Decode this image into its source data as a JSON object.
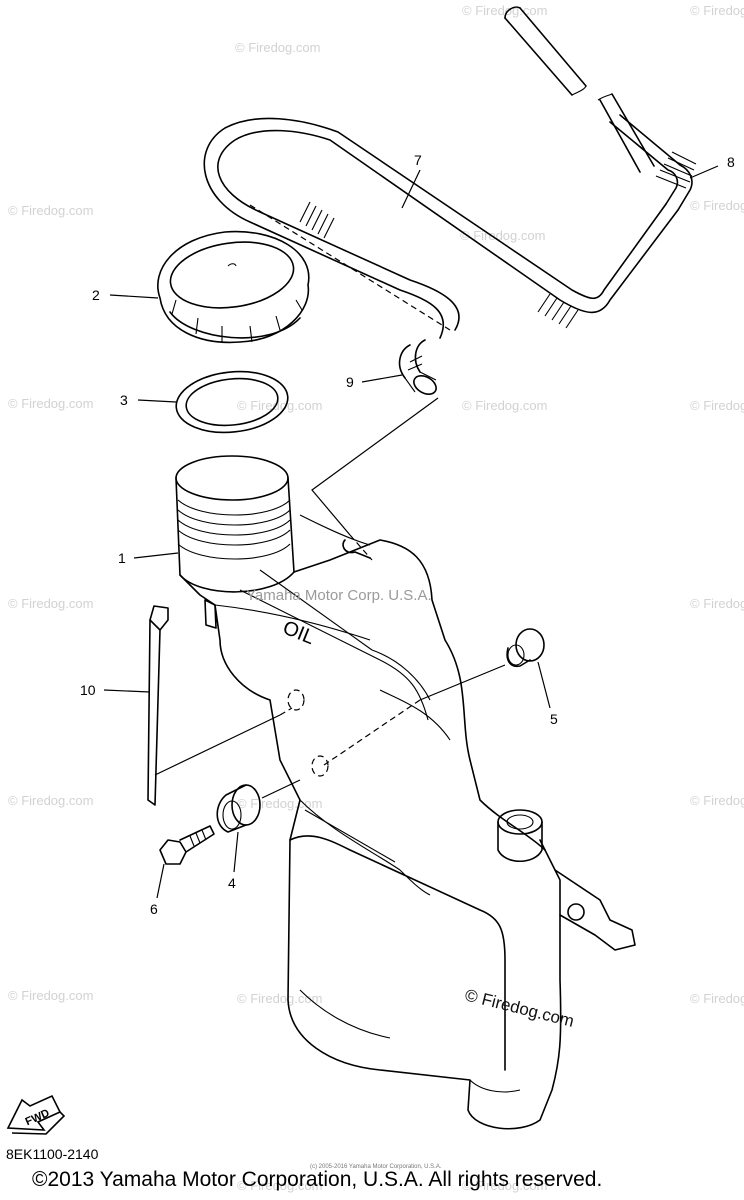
{
  "watermarks": {
    "site": "© Firedog.com",
    "center": "Yamaha Motor Corp. U.S.A.",
    "lower": "© Firedog.com"
  },
  "parts": {
    "p1": "1",
    "p2": "2",
    "p3": "3",
    "p4": "4",
    "p5": "5",
    "p6": "6",
    "p7": "7",
    "p8": "8",
    "p9": "9",
    "p10": "10"
  },
  "tank_marking": "OIL",
  "fwd_badge": "FWD",
  "diagram_code": "8EK1100-2140",
  "small_note": "(c) 2005-2016 Yamaha Motor Corporation, U.S.A.",
  "copyright": "©2013 Yamaha Motor Corporation, U.S.A. All rights reserved."
}
